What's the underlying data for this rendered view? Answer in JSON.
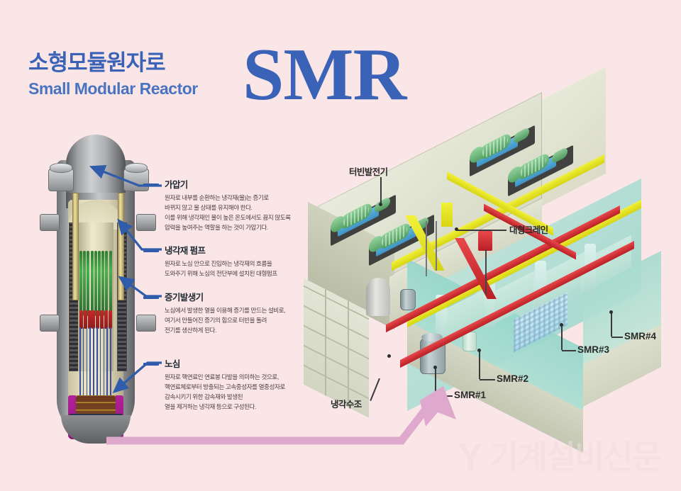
{
  "meta": {
    "background_color": "#fae5e7",
    "accent_blue": "#3a63b8",
    "text_dark": "#1f2a33"
  },
  "header": {
    "title_ko": "소형모듈원자로",
    "title_en": "Small Modular Reactor",
    "logo": "SMR"
  },
  "reactor_callouts": [
    {
      "id": "pressurizer",
      "heading": "가압기",
      "body": "원자로 내부를 순환하는 냉각재(물)는 증기로\n바뀌지 않고 물 상태를 유지해야 한다.\n이를 위해 냉각재인 물이 높은 온도에서도 끓지 않도록\n압력을 높여주는 역할을 하는 것이 가압기다."
    },
    {
      "id": "coolant-pump",
      "heading": "냉각재 펌프",
      "body": "원자로 노심 안으로 진입하는 냉각재의 흐름을\n도와주기 위해 노심의 전단부에 설치된 대형펌프"
    },
    {
      "id": "steam-generator",
      "heading": "증기발생기",
      "body": "노심에서 발생한 열을 이용해 증기를 만드는 설비로,\n여기서 만들어진 증기의 힘으로 터빈을 돌려\n전기를 생산하게 된다."
    },
    {
      "id": "reactor-core",
      "heading": "노심",
      "body": "원자로 핵연료인 연료봉 다발을 의미하는 것으로,\n핵연료체로부터 방출되는 고속중성자를 열중성자로\n감속시키기 위한 감속재와 발생된\n열을 제거하는 냉각재 등으로 구성된다."
    }
  ],
  "plant_labels": {
    "turbine_generator": "터빈발전기",
    "large_crane": "대형크레인",
    "cooling_pool": "냉각수조",
    "modules": [
      "SMR#1",
      "SMR#2",
      "SMR#3",
      "SMR#4"
    ]
  },
  "watermark": {
    "mark": "Y",
    "text": "기계설비신문"
  }
}
